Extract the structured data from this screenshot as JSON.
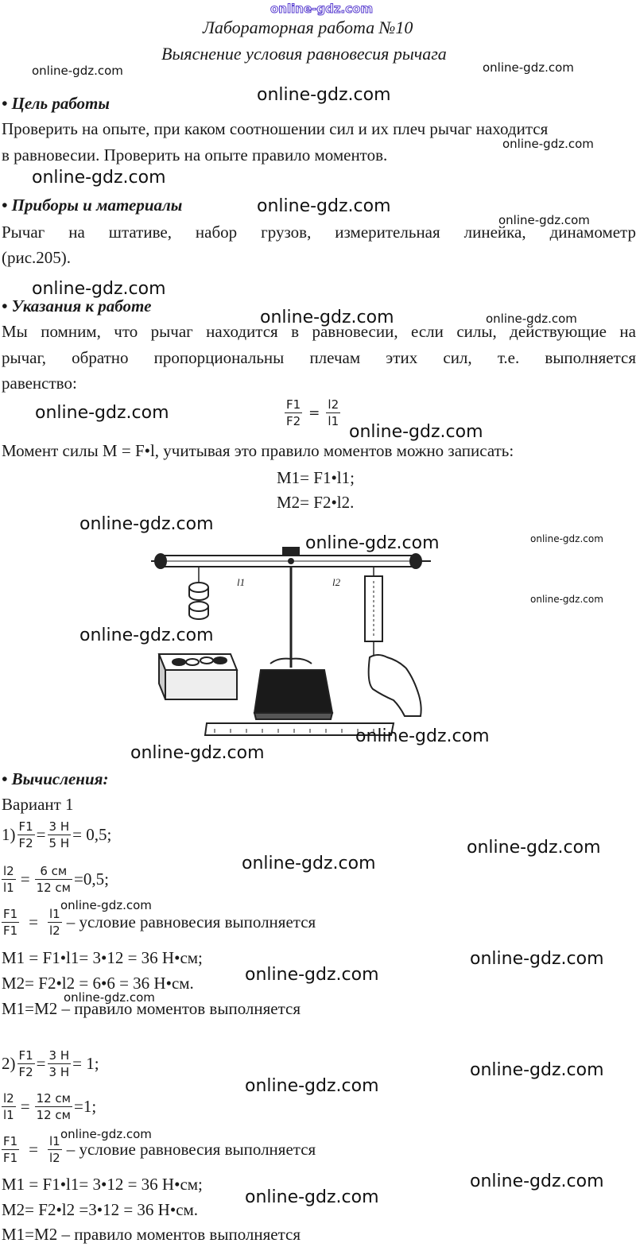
{
  "site_logo": "online-gdz.com",
  "title": "Лабораторная работа №10",
  "subtitle": "Выяснение условия равновесия рычага",
  "sections": {
    "goal": {
      "heading": "• Цель работы",
      "line1": "Проверить на опыте, при каком соотношении сил и их плеч рычаг находится",
      "line2": "в равновесии. Проверить на опыте правило моментов."
    },
    "materials": {
      "heading": "• Приборы и материалы",
      "line1": "Рычаг на штативе, набор грузов, измерительная линейка, динамометр",
      "line2": "(рис.205)."
    },
    "instructions": {
      "heading": "• Указания к работе",
      "line1": "Мы помним, что рычаг находится в равновесии, если силы, действующие на",
      "line2": "рычаг, обратно пропорциональны плечам этих сил, т.е. выполняется",
      "line3": "равенство:",
      "eq": {
        "n1": "F1",
        "d1": "F2",
        "eqsign": "=",
        "n2": "l2",
        "d2": "l1"
      },
      "moment_line": "Момент силы M = F•l, учитывая это правило моментов можно записать:",
      "m1": "M1= F1•l1;",
      "m2": "M2= F2•l2."
    },
    "figure_labels": {
      "l1": "l1",
      "l2": "l2"
    },
    "calc": {
      "heading": "• Вычисления:",
      "variant": "Вариант 1",
      "v1": {
        "prefix": "1)",
        "f_num": "F1",
        "f_den": "F2",
        "eq1": "=",
        "fv_num": "3 Н",
        "fv_den": "5 Н",
        "f_result": "= 0,5;",
        "l_num": "l2",
        "l_den": "l1",
        "eq2": "=",
        "lv_num": "6 см",
        "lv_den": "12 см",
        "l_result": "=0,5;",
        "c_num1": "F1",
        "c_den1": "F1",
        "eq3": "=",
        "c_num2": "l1",
        "c_den2": "l2",
        "c_text": "– условие равновесия выполняется",
        "m1": "M1 = F1•l1= 3•12 = 36 Н•см;",
        "m2": "M2= F2•l2 = 6•6 = 36 Н•см.",
        "concl": "M1=M2 – правило моментов выполняется"
      },
      "v2": {
        "prefix": "2)",
        "f_num": "F1",
        "f_den": "F2",
        "eq1": "=",
        "fv_num": "3 Н",
        "fv_den": "3 Н",
        "f_result": "= 1;",
        "l_num": "l2",
        "l_den": "l1",
        "eq2": "=",
        "lv_num": "12 см",
        "lv_den": "12 см",
        "l_result": "=1;",
        "c_num1": "F1",
        "c_den1": "F1",
        "eq3": "=",
        "c_num2": "l1",
        "c_den2": "l2",
        "c_text": "– условие равновесия выполняется",
        "m1": "M1 = F1•l1= 3•12 = 36 Н•см;",
        "m2": "M2= F2•l2 =3•12 = 36 Н•см.",
        "concl": "M1=M2 – правило моментов выполняется"
      }
    }
  },
  "watermark": "online-gdz.com",
  "colors": {
    "text": "#1a1a1a",
    "logo": "#5a3fd0",
    "figure": "#222222"
  }
}
